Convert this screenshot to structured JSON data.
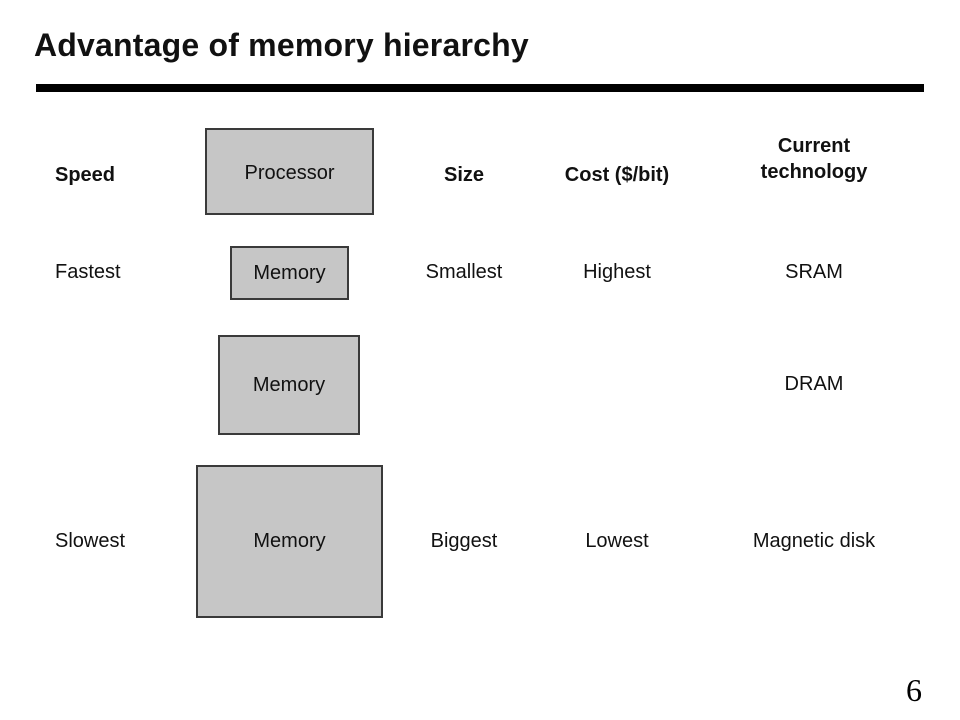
{
  "title": "Advantage of memory hierarchy",
  "headers": {
    "speed": "Speed",
    "size": "Size",
    "cost": "Cost ($/bit)",
    "technology_line1": "Current",
    "technology_line2": "technology"
  },
  "processor": {
    "label": "Processor"
  },
  "levels": [
    {
      "memory_label": "Memory",
      "speed": "Fastest",
      "size": "Smallest",
      "cost": "Highest",
      "technology": "SRAM"
    },
    {
      "memory_label": "Memory",
      "speed": "",
      "size": "",
      "cost": "",
      "technology": "DRAM"
    },
    {
      "memory_label": "Memory",
      "speed": "Slowest",
      "size": "Biggest",
      "cost": "Lowest",
      "technology": "Magnetic disk"
    }
  ],
  "colors": {
    "box_fill": "#c6c6c6",
    "box_border": "#3a3a3a"
  },
  "page_number": "6"
}
